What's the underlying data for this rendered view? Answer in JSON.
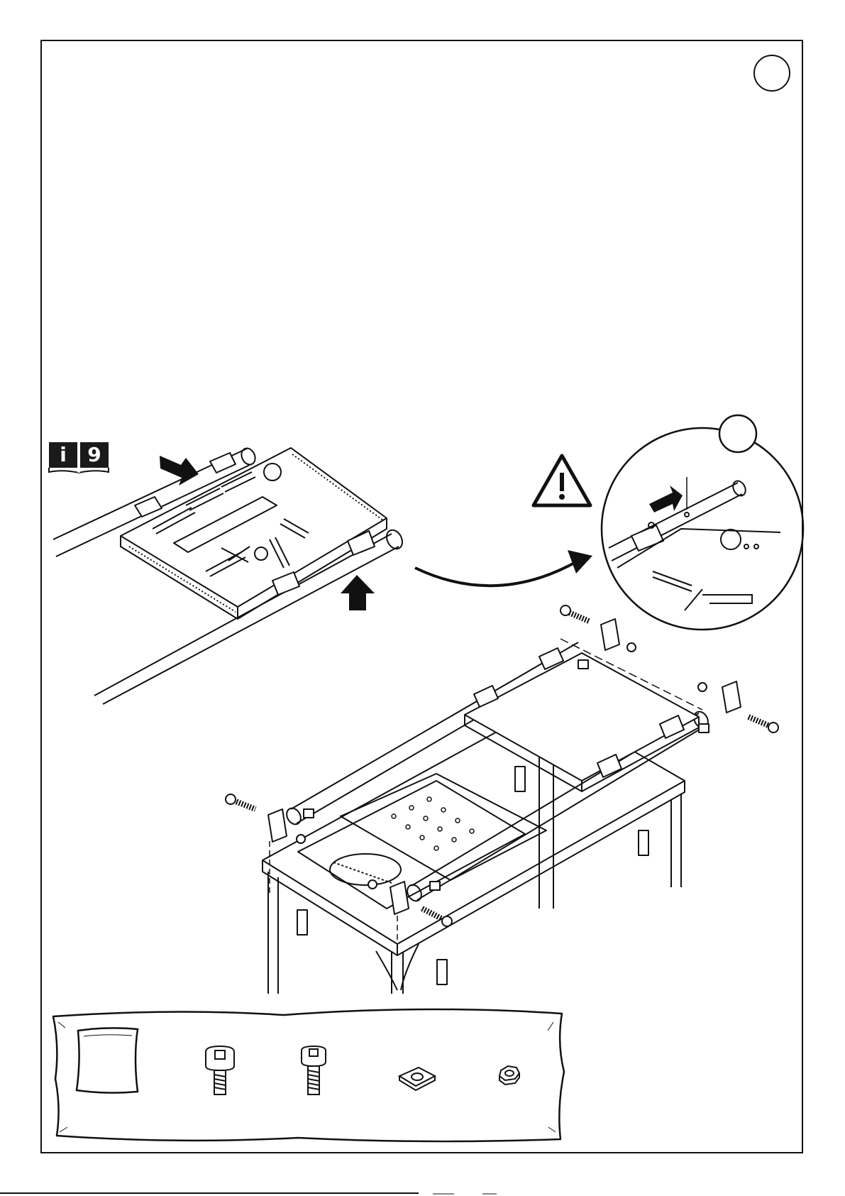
{
  "info_reference": {
    "icon": "book-icon",
    "symbol": "i",
    "page_number": "9"
  },
  "step_marker": {
    "label": ""
  },
  "detail_callout": {
    "label": ""
  },
  "warning": {
    "icon": "warning-triangle-icon"
  },
  "hardware_parts": [
    {
      "name": "parts-bag",
      "icon": "bag-icon"
    },
    {
      "name": "short-socket-screw",
      "icon": "short-screw-icon"
    },
    {
      "name": "long-socket-screw",
      "icon": "long-screw-icon"
    },
    {
      "name": "square-nut",
      "icon": "square-nut-icon"
    },
    {
      "name": "hex-nut",
      "icon": "hex-nut-icon"
    }
  ],
  "colors": {
    "ink": "#111111",
    "paper": "#ffffff"
  }
}
